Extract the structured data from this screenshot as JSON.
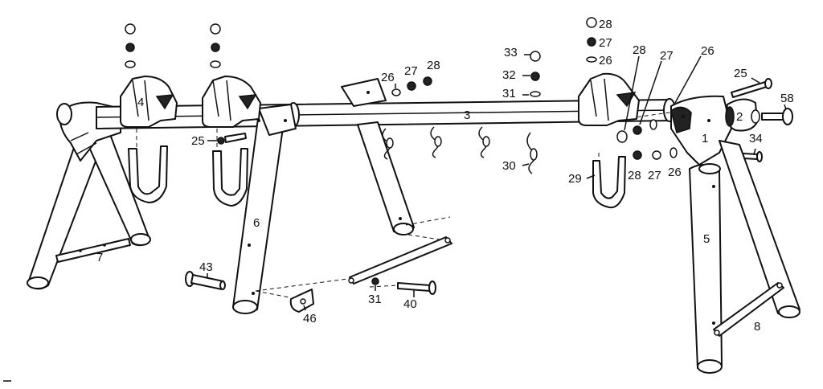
{
  "labels": {
    "p1": "1",
    "p2": "2",
    "p3": "3",
    "p4": "4",
    "p5": "5",
    "p6": "6",
    "p7": "7",
    "p8": "8",
    "p25a": "25",
    "p25b": "25",
    "p26a": "26",
    "p26b": "26",
    "p26c": "26",
    "p26d": "26",
    "p27a": "27",
    "p27b": "27",
    "p27c": "27",
    "p27d": "27",
    "p28a": "28",
    "p28b": "28",
    "p28c": "28",
    "p28d": "28",
    "p29": "29",
    "p30": "30",
    "p31a": "31",
    "p31b": "31",
    "p32": "32",
    "p33": "33",
    "p34": "34",
    "p40": "40",
    "p43": "43",
    "p46": "46",
    "p58": "58"
  }
}
